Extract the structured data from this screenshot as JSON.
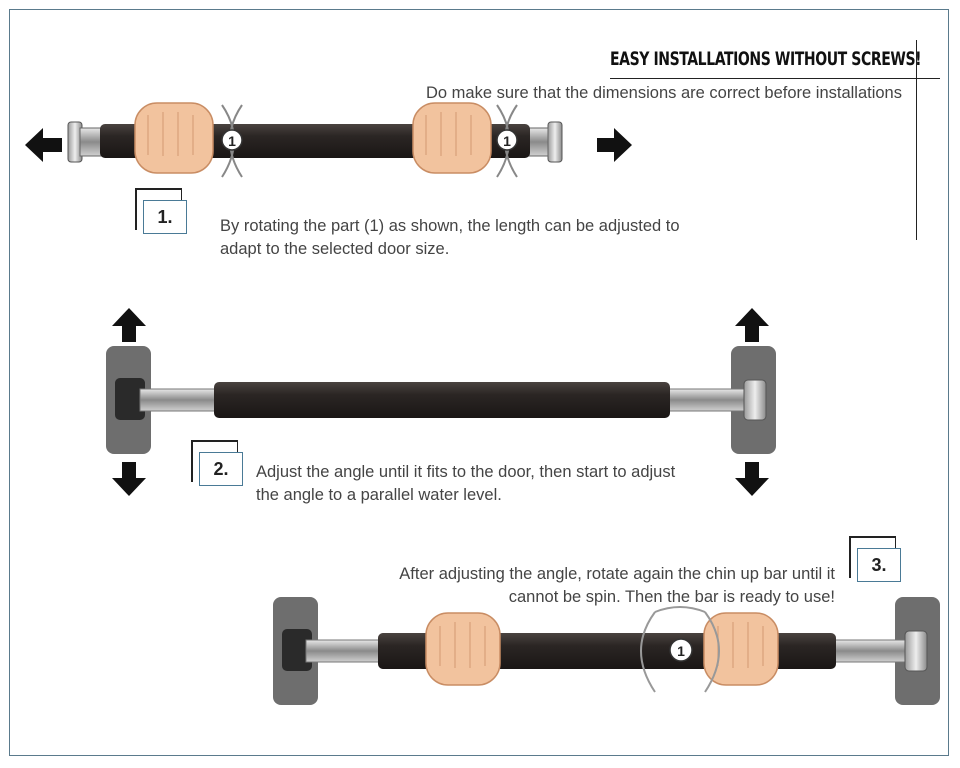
{
  "header": {
    "title": "EASY INSTALLATIONS WITHOUT SCREWS!",
    "subtitle": "Do make sure that the dimensions are correct before installations"
  },
  "steps": [
    {
      "number": "1.",
      "line1": "By rotating the part (1) as shown, the length can be adjusted to",
      "line2": "adapt to the selected door size."
    },
    {
      "number": "2.",
      "line1": "Adjust the angle until it fits to the door, then start to adjust",
      "line2": "the angle to a parallel water level."
    },
    {
      "number": "3.",
      "line1": "After adjusting the angle, rotate again the chin up bar until it",
      "line2": "cannot be spin. Then the bar is ready to use!"
    }
  ],
  "rotation_marker": "1",
  "colors": {
    "bar": "#2b2624",
    "frame_border": "#5a7a8c",
    "box_border": "#4a7a96",
    "door_pad": "#6e6e6e",
    "hand": "#f2c39e"
  },
  "icons": [
    "arrow-left-icon",
    "arrow-right-icon",
    "arrow-up-icon",
    "arrow-down-icon",
    "rotate-icon",
    "hand-icon"
  ]
}
